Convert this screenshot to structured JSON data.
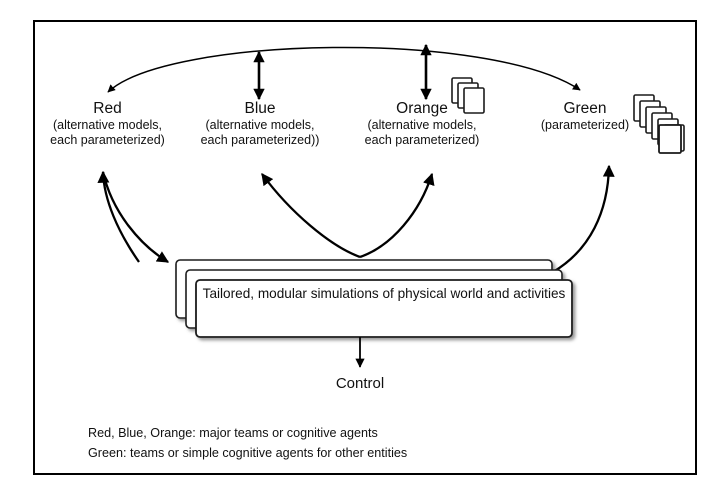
{
  "diagram": {
    "type": "flow-diagram",
    "frame": {
      "border_color": "#000000",
      "background": "#ffffff"
    },
    "nodes": [
      {
        "id": "red",
        "title": "Red",
        "subtitle_line1": "(alternative models,",
        "subtitle_line2": "each parameterized)",
        "icon": "none"
      },
      {
        "id": "blue",
        "title": "Blue",
        "subtitle_line1": "(alternative models,",
        "subtitle_line2": "each parameterized))",
        "icon": "none"
      },
      {
        "id": "orange",
        "title": "Orange",
        "subtitle_line1": "(alternative models,",
        "subtitle_line2": "each parameterized)",
        "icon": "document-stack-small"
      },
      {
        "id": "green",
        "title": "Green",
        "subtitle_line1": "(parameterized)",
        "subtitle_line2": "",
        "icon": "document-stack-large"
      }
    ],
    "center_box": {
      "line1": "Tailored, modular simulations of physical world and",
      "line2": "activities",
      "stack_count": 3
    },
    "control": {
      "label": "Control"
    },
    "legend": {
      "line1": "Red, Blue, Orange: major teams or cognitive agents",
      "line2": "Green: teams or simple cognitive agents for other entities"
    },
    "connectors": [
      {
        "name": "top-arc-red-to-green",
        "style": "curved",
        "heads": "both"
      },
      {
        "name": "blue-vertical-double-arrow",
        "style": "straight",
        "heads": "both"
      },
      {
        "name": "orange-vertical-double-arrow",
        "style": "straight",
        "heads": "both"
      },
      {
        "name": "red-up-arrow",
        "style": "curved",
        "heads": "end"
      },
      {
        "name": "red-down-arrow",
        "style": "curved",
        "heads": "end"
      },
      {
        "name": "blue-to-box",
        "style": "curved",
        "heads": "end"
      },
      {
        "name": "orange-to-box",
        "style": "curved",
        "heads": "end"
      },
      {
        "name": "box-to-green",
        "style": "curved",
        "heads": "end"
      },
      {
        "name": "box-to-control",
        "style": "straight",
        "heads": "end"
      }
    ]
  }
}
